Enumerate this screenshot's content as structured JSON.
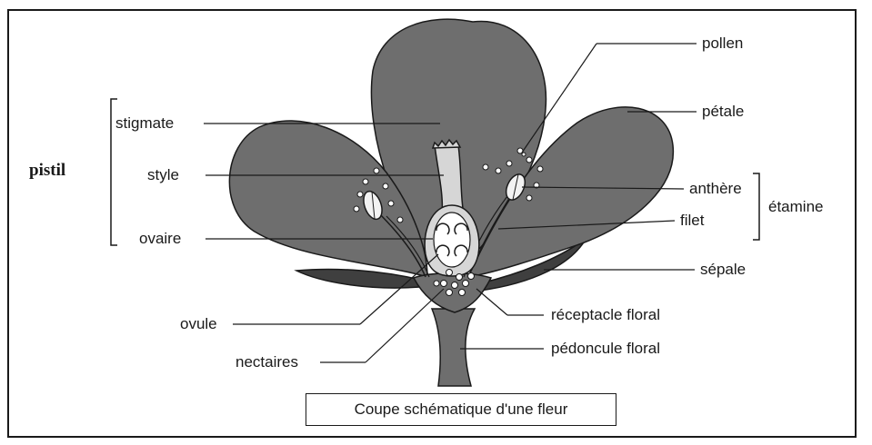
{
  "caption": "Coupe schématique d'une fleur",
  "group_labels": {
    "pistil": "pistil",
    "etamine": "étamine"
  },
  "labels": {
    "stigmate": "stigmate",
    "style": "style",
    "ovaire": "ovaire",
    "ovule": "ovule",
    "nectaires": "nectaires",
    "pollen": "pollen",
    "petale": "pétale",
    "anthere": "anthère",
    "filet": "filet",
    "sepale": "sépale",
    "receptacle": "réceptacle floral",
    "pedoncule": "pédoncule floral"
  },
  "colors": {
    "petal": "#6e6e6e",
    "sepal": "#3f3f3f",
    "stroke": "#1a1a1a",
    "pistil_fill": "#d6d6d6",
    "leader": "#1a1a1a"
  }
}
